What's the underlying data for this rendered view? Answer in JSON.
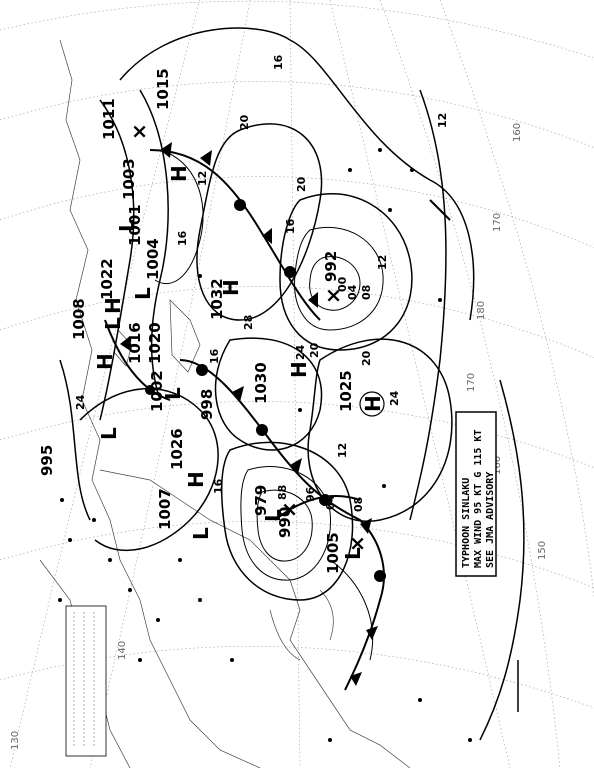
{
  "advisory": {
    "line1": "TYPHOON SINLAKU",
    "line2": "MAX WIND 95 KT G 115 KT",
    "line3": "SEE JMA ADVISORY"
  },
  "meridians": [
    "130",
    "140",
    "150",
    "160",
    "170",
    "180",
    "170",
    "160"
  ],
  "isobars": {
    "i1005": "1005",
    "i990": "990",
    "i979": "979",
    "i992": "992",
    "i1025": "1025",
    "i1030": "1030",
    "i1032": "1032",
    "i1026": "1026",
    "i1007": "1007",
    "i995": "995",
    "i1002": "1002",
    "i1008": "1008",
    "i1015": "1015",
    "i1022": "1022",
    "i1016": "1016",
    "i1020": "1020",
    "i1004": "1004",
    "i1003": "1003",
    "i1001": "1001",
    "i1011": "1011",
    "i998": "998",
    "c24": "24",
    "c20": "20",
    "c16": "16",
    "c12": "12",
    "c28": "28",
    "c04": "04",
    "c08": "08",
    "c00": "00",
    "c96": "96",
    "c88": "88"
  },
  "systems": {
    "high": "H",
    "low": "L",
    "cross": "×"
  }
}
